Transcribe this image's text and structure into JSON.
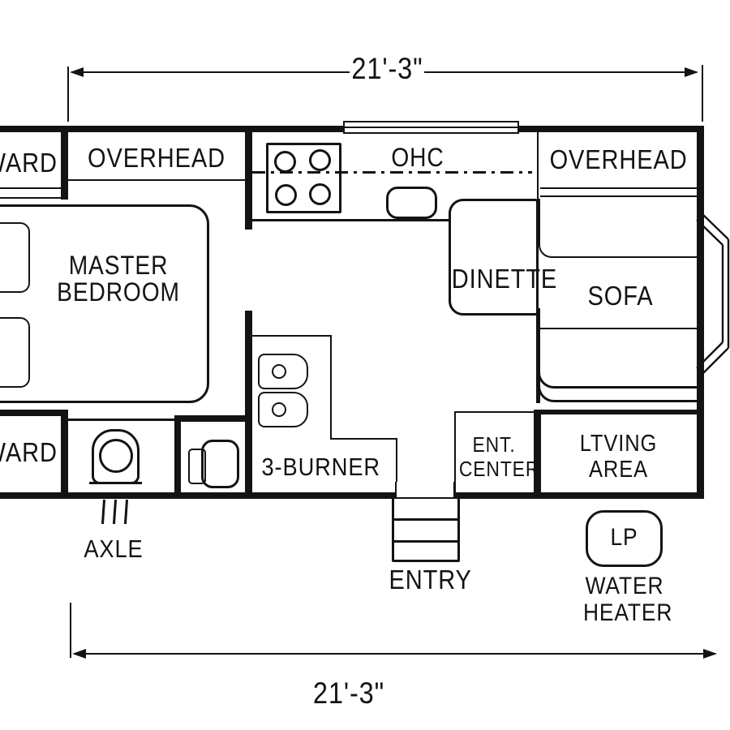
{
  "title": "Travel trailer floor plan, 21'-3\" overall length",
  "colors": {
    "ink": "#131313",
    "background": "#ffffff"
  },
  "dimensions": {
    "top": "21'-3\"",
    "bottom": "21'-3\""
  },
  "labels": {
    "ward_top": "WARD",
    "overhead_left": "OVERHEAD",
    "ohc": "OHC",
    "overhead_right": "OVERHEAD",
    "master_line1": "MASTER",
    "master_line2": "BEDROOM",
    "dinette": "DINETTE",
    "sofa": "SOFA",
    "ward_bottom": "WARD",
    "three_burner": "3-BURNER",
    "ent_line1": "ENT.",
    "ent_line2": "CENTER",
    "living_line1": "LTVING",
    "living_line2": "AREA",
    "axle": "AXLE",
    "entry": "ENTRY",
    "lp": "LP",
    "water_line1": "WATER",
    "water_line2": "HEATER"
  },
  "icons": {
    "range_4_burner": "four circles in square box",
    "kitchen_sink": "rounded rectangle",
    "double_sink": "two rounded basins with drain circles",
    "toilet": "rounded tank with bowl circle",
    "lavatory": "rounded basin pair",
    "bed": "large rounded rectangle with two pillows",
    "dinette_table": "rounded rectangle booth table",
    "window": "double-line opening in top wall",
    "entry_steps": "three stacked treads",
    "axle_marks": "three hatch ticks",
    "lp_tank": "rounded square",
    "rear_bump_out": "double-line trapezoid at right wall",
    "dimension_arrows": "double-headed arrows with extension lines"
  }
}
